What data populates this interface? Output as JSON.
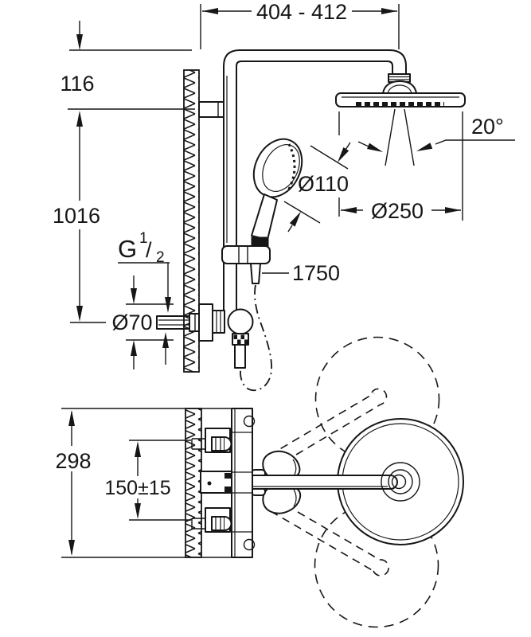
{
  "drawing": {
    "type": "technical-dimension-drawing",
    "subject": "shower-system front elevation and plan view",
    "line_color": "#161616",
    "background": "#ffffff",
    "dims": {
      "top_width": "404 - 412",
      "top_offset": "116",
      "riser_height": "1016",
      "thread_g": "G",
      "thread_sup": "1",
      "thread_slash": "/",
      "thread_sub": "2",
      "escutcheon_dia": "Ø70",
      "hand_dia": "Ø110",
      "head_dia": "Ø250",
      "spray_angle": "20°",
      "hose_length": "1750",
      "plan_height": "298",
      "inlet_spacing": "150±15"
    }
  }
}
